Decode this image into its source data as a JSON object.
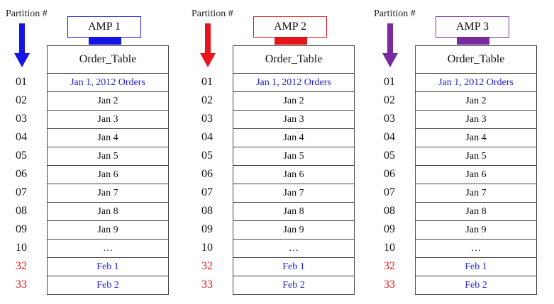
{
  "partition_label": "Partition #",
  "partition_numbers": [
    {
      "text": "01",
      "red": false
    },
    {
      "text": "02",
      "red": false
    },
    {
      "text": "03",
      "red": false
    },
    {
      "text": "04",
      "red": false
    },
    {
      "text": "05",
      "red": false
    },
    {
      "text": "06",
      "red": false
    },
    {
      "text": "07",
      "red": false
    },
    {
      "text": "08",
      "red": false
    },
    {
      "text": "09",
      "red": false
    },
    {
      "text": "10",
      "red": false
    },
    {
      "text": "32",
      "red": true
    },
    {
      "text": "33",
      "red": true
    }
  ],
  "table_header": "Order_Table",
  "table_rows": [
    {
      "text": "Jan 1, 2012 Orders",
      "blue": true
    },
    {
      "text": "Jan 2",
      "blue": false
    },
    {
      "text": "Jan 3",
      "blue": false
    },
    {
      "text": "Jan 4",
      "blue": false
    },
    {
      "text": "Jan 5",
      "blue": false
    },
    {
      "text": "Jan 6",
      "blue": false
    },
    {
      "text": "Jan 7",
      "blue": false
    },
    {
      "text": "Jan 8",
      "blue": false
    },
    {
      "text": "Jan 9",
      "blue": false
    },
    {
      "text": "…",
      "blue": false
    },
    {
      "text": "Feb 1",
      "blue": true
    },
    {
      "text": "Feb 2",
      "blue": true
    }
  ],
  "amps": [
    {
      "label": "AMP 1",
      "color": "#1414e6"
    },
    {
      "label": "AMP 2",
      "color": "#e8141b"
    },
    {
      "label": "AMP 3",
      "color": "#7a2aa0"
    }
  ],
  "colors": {
    "blue_text": "#1f1fe0",
    "red_text": "#e8141b"
  }
}
